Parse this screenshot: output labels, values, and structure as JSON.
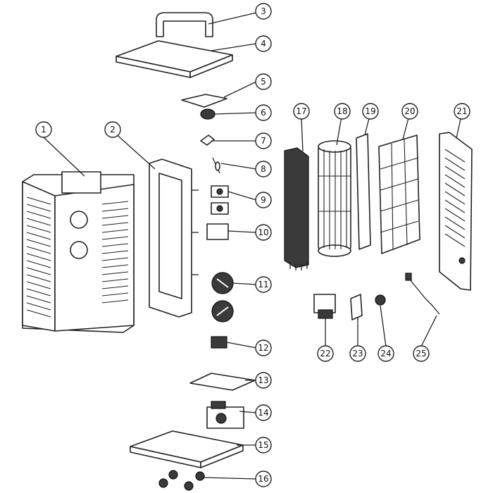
{
  "callouts": [
    "1",
    "2",
    "3",
    "4",
    "5",
    "6",
    "7",
    "8",
    "9",
    "10",
    "11",
    "12",
    "13",
    "14",
    "15",
    "16",
    "17",
    "18",
    "19",
    "20",
    "21",
    "22",
    "23",
    "24",
    "25"
  ]
}
